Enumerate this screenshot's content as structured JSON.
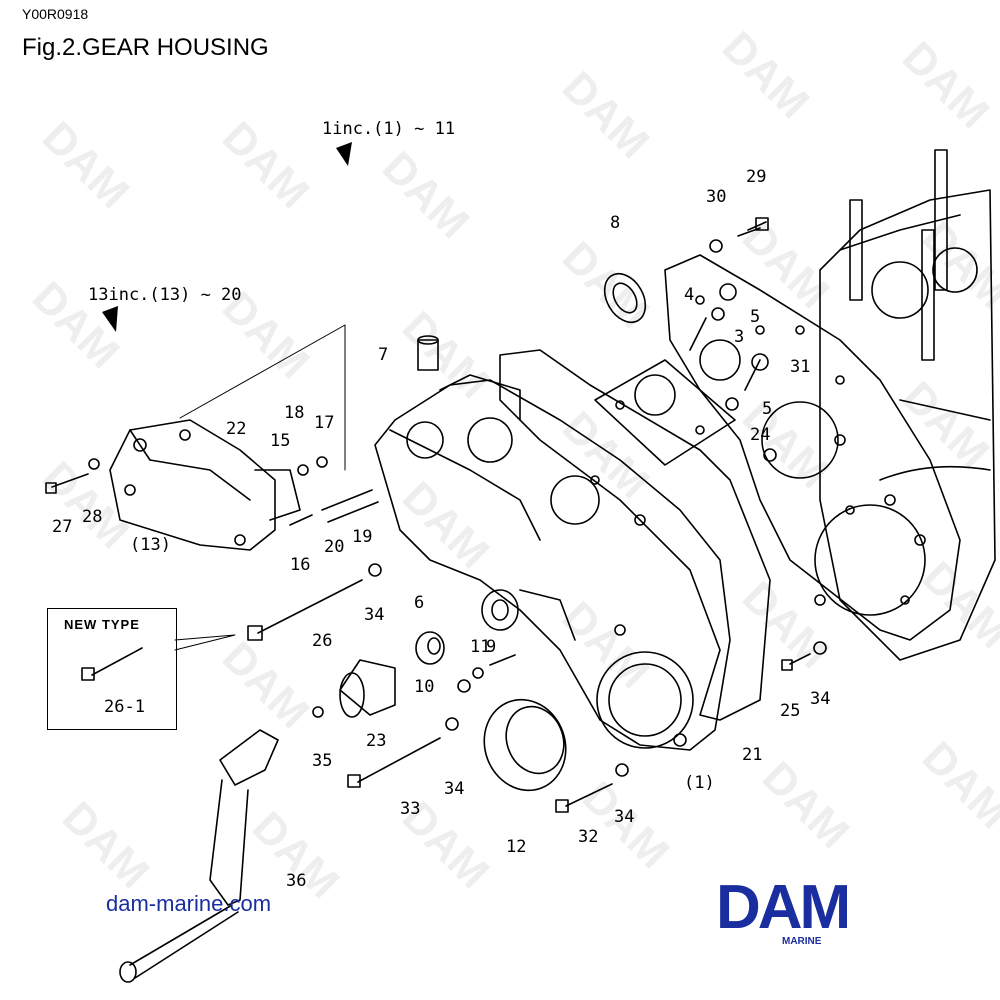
{
  "header": {
    "code": "Y00R0918",
    "title": "Fig.2.GEAR HOUSING"
  },
  "groups": [
    {
      "text": "1inc.(1) ~ 11"
    },
    {
      "text": "13inc.(13) ~ 20"
    }
  ],
  "new_type": {
    "label": "NEW TYPE",
    "part": "26-1"
  },
  "callouts": [
    "29",
    "30",
    "8",
    "4",
    "5",
    "3",
    "31",
    "5",
    "24",
    "7",
    "22",
    "18",
    "17",
    "15",
    "27",
    "28",
    "(13)",
    "16",
    "20",
    "19",
    "34",
    "6",
    "11",
    "9",
    "10",
    "26",
    "23",
    "35",
    "33",
    "34",
    "12",
    "32",
    "34",
    "(1)",
    "21",
    "25",
    "34",
    "36"
  ],
  "footer": {
    "website": "dam-marine.com",
    "logo": "DAM",
    "logo_sub": "MARINE"
  },
  "watermark": "DAM",
  "colors": {
    "brand": "#1a2ea0",
    "line": "#000000",
    "watermark": "#eeeeee"
  }
}
